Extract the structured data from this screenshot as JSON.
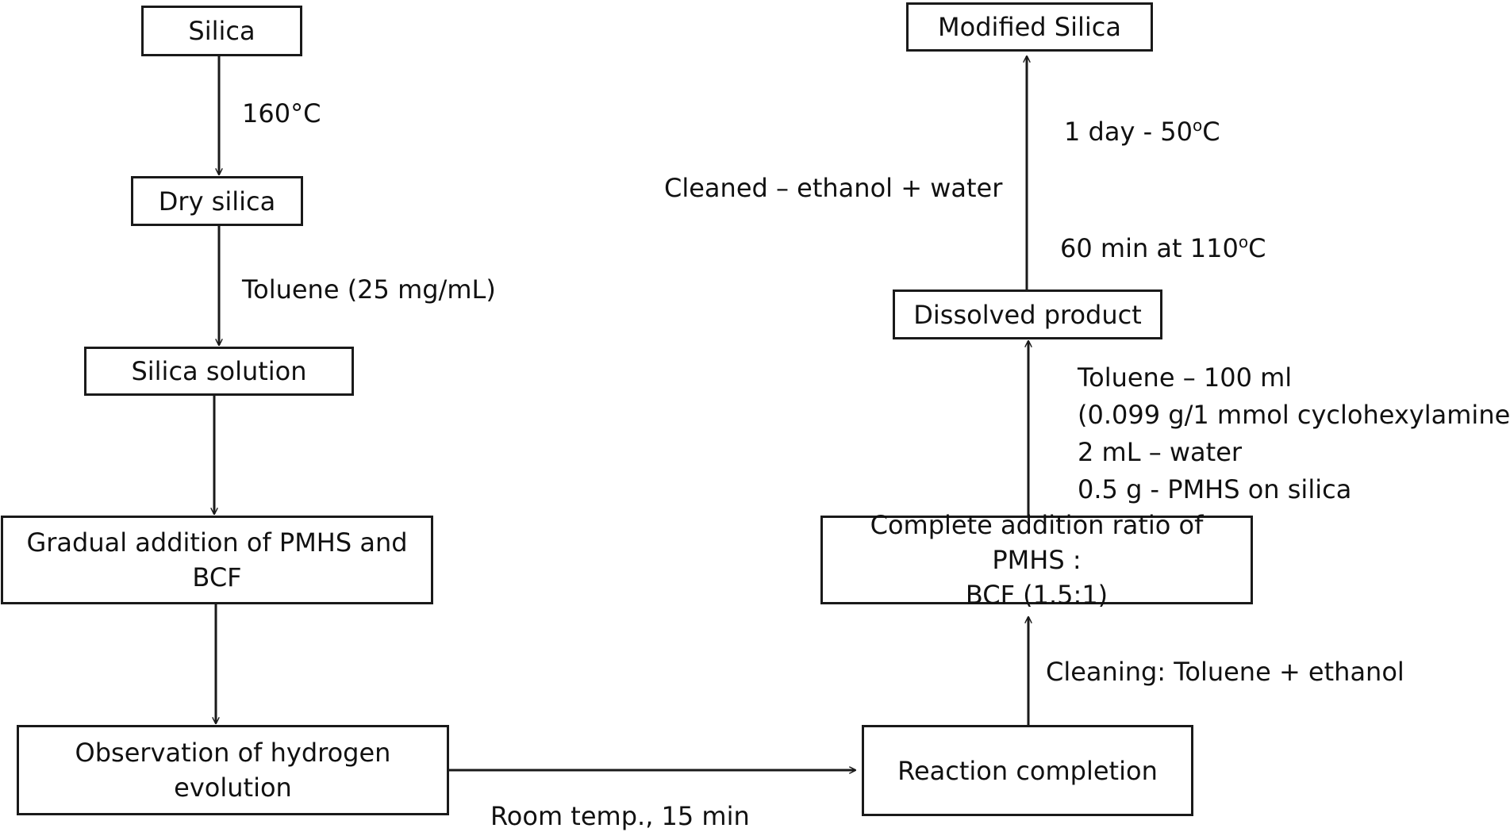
{
  "boxes": {
    "silica": "Silica",
    "dry_silica": "Dry silica",
    "silica_solution": "Silica  solution",
    "gradual_addition": "Gradual addition of PMHS and\nBCF",
    "observation": "Observation of hydrogen\nevolution",
    "reaction_completion": "Reaction completion",
    "complete_addition": "Complete addition ratio of PMHS :\nBCF (1.5:1)",
    "dissolved_product": "Dissolved product",
    "modified_silica": "Modified Silica"
  },
  "labels": {
    "temp_160": "160°C",
    "toluene_conc": "Toluene (25 mg/mL)",
    "room_temp": "Room temp., 15 min",
    "cleaning": "Cleaning: Toluene + ethanol",
    "reagents": [
      "Toluene – 100 ml",
      "(0.099 g/1 mmol cyclohexylamine",
      "2 mL – water",
      "0.5 g - PMHS on silica"
    ],
    "time_110": {
      "text": "60 min at 110",
      "sup": "o",
      "unit": "C"
    },
    "time_50": {
      "text": "1 day - 50",
      "sup": "o",
      "unit": "C"
    },
    "cleaned": "Cleaned – ethanol + water"
  }
}
